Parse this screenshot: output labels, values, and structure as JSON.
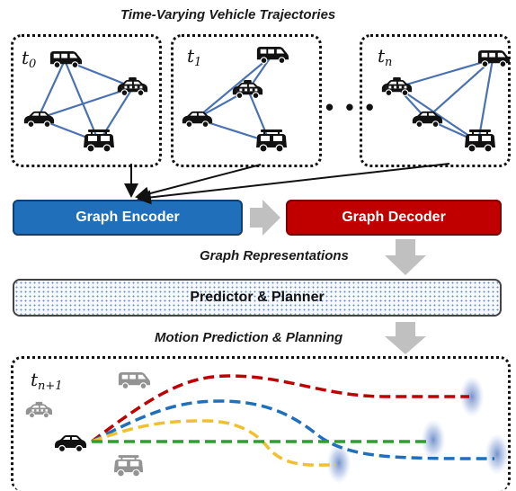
{
  "header": {
    "title": "Time-Varying Vehicle Trajectories"
  },
  "snapshots": [
    {
      "label_main": "t",
      "label_sub": "0"
    },
    {
      "label_main": "t",
      "label_sub": "1"
    },
    {
      "label_main": "t",
      "label_sub": "n"
    }
  ],
  "ellipsis": "• • •",
  "blocks": {
    "encoder": "Graph Encoder",
    "decoder": "Graph Decoder",
    "representations": "Graph Representations",
    "planner": "Predictor & Planner",
    "motion": "Motion Prediction & Planning"
  },
  "future": {
    "label_main": "t",
    "label_sub": "n+1"
  },
  "colors": {
    "edge": "#4a72b0",
    "encoder": "#1f6fba",
    "decoder": "#c00000",
    "arrow_gray": "#c0c0c0",
    "traj_red": "#c00000",
    "traj_blue": "#1f6fba",
    "traj_yellow": "#f0c030",
    "traj_green": "#2ca02c"
  },
  "icons": [
    "van-icon",
    "taxi-icon",
    "car-icon",
    "suv-icon",
    "uncertainty-blob-icon"
  ]
}
